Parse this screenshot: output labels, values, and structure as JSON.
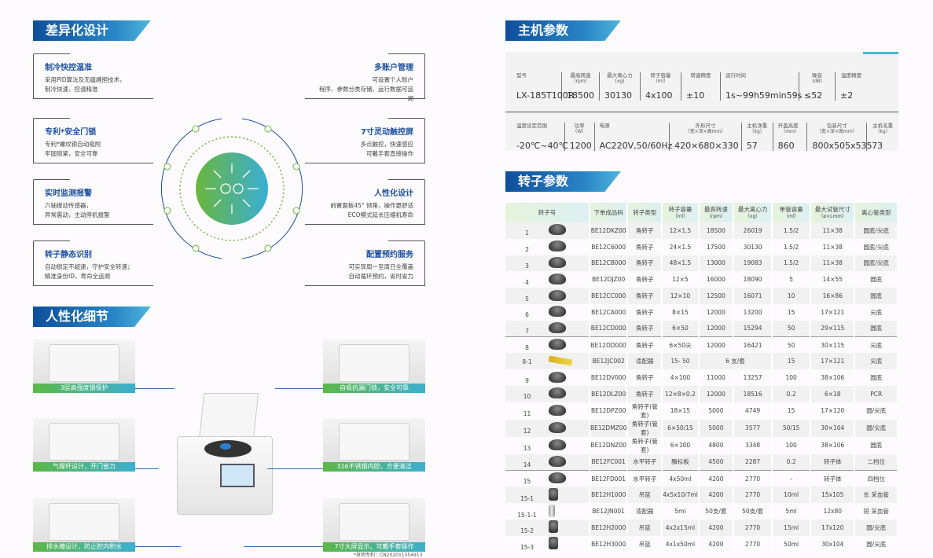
{
  "left": {
    "section1_title": "差异化设计",
    "features": [
      {
        "title": "制冷快控温准",
        "lines": [
          "采用PID算法及无缝缠胆技术，",
          "制冷快速，控温精准"
        ]
      },
      {
        "title": "专利*安全门锁",
        "lines": [
          "专利*螺纹锁自动吸附",
          "牢固锁紧，安全可靠"
        ]
      },
      {
        "title": "实时监测报警",
        "lines": [
          "六轴振动传感器，",
          "异常震动，主动停机报警"
        ]
      },
      {
        "title": "转子静态识别",
        "lines": [
          "自动锁定不超速，守护安全转速；",
          "精准身份ID，寿命全追溯"
        ]
      },
      {
        "title": "多账户管理",
        "lines": [
          "可设置个人账户",
          "程序、参数分类存储，运行数据可追溯"
        ]
      },
      {
        "title": "7寸灵动触控屏",
        "lines": [
          "多点触控，快速感应",
          "可戴手套直接操作"
        ]
      },
      {
        "title": "人性化设计",
        "lines": [
          "前置面板45° 倾角，操作更舒适",
          "ECO模式延长压缩机寿命"
        ]
      },
      {
        "title": "配置预约服务",
        "lines": [
          "可实现周一至周日全覆盖",
          "自动循环预约，省时省力"
        ]
      }
    ],
    "section2_title": "人性化细节",
    "details": [
      "3层高强度钢保护",
      "气撑杆设计，开门省力",
      "排水槽设计，防止腔内积水",
      "自吸抗漏门锁，安全可靠",
      "316不锈钢内腔，方便清洁",
      "7寸大屏显示，可戴手套操作"
    ],
    "footnote": "*发明专利：CN202011554913"
  },
  "right": {
    "section1_title": "主机参数",
    "specs_row1": [
      {
        "label": "型号",
        "unit": "",
        "value": "LX-185T100R"
      },
      {
        "label": "最高转速",
        "unit": "（rpm）",
        "value": "18500"
      },
      {
        "label": "最大离心力",
        "unit": "(xg)",
        "value": "30130"
      },
      {
        "label": "转子容量",
        "unit": "（ml）",
        "value": "4x100"
      },
      {
        "label": "转速精度",
        "unit": "",
        "value": "±10"
      },
      {
        "label": "运行时间",
        "unit": "",
        "value": "1s~99h59min59s"
      },
      {
        "label": "噪音",
        "unit": "(dB)",
        "value": "≤52"
      },
      {
        "label": "温度精度",
        "unit": "",
        "value": "±2"
      }
    ],
    "specs_row2": [
      {
        "label": "温度设定范围",
        "unit": "",
        "value": "-20℃~40℃"
      },
      {
        "label": "功率",
        "unit": "（W）",
        "value": "1200"
      },
      {
        "label": "电源",
        "unit": "",
        "value": "AC220V,50/60Hz"
      },
      {
        "label": "外形尺寸",
        "unit": "（宽×深×高mm）",
        "value": "420×680×330"
      },
      {
        "label": "主机净重",
        "unit": "（kg）",
        "value": "57"
      },
      {
        "label": "开盖高度",
        "unit": "（mm）",
        "value": "860"
      },
      {
        "label": "包装尺寸",
        "unit": "（宽×深×高mm）",
        "value": "800x505x535"
      },
      {
        "label": "主机毛重",
        "unit": "（kg）",
        "value": "73"
      }
    ],
    "section2_title": "转子参数",
    "table": {
      "headers": [
        [
          "转子号",
          ""
        ],
        [
          "下单成品码",
          ""
        ],
        [
          "转子类型",
          ""
        ],
        [
          "转子容量",
          "（ml）"
        ],
        [
          "最高转速",
          "（rpm）"
        ],
        [
          "最大离心力",
          "（xg）"
        ],
        [
          "单管容量",
          "（ml）"
        ],
        [
          "最大试管尺寸",
          "（ø×Lmm）"
        ],
        [
          "离心管类型",
          ""
        ]
      ],
      "rows": [
        [
          "1",
          "BE12DKZ00",
          "角转子",
          "12×1.5",
          "18500",
          "26019",
          "1.5/2",
          "11×38",
          "圆底/尖底"
        ],
        [
          "2",
          "BE12C6000",
          "角转子",
          "24×1.5",
          "17500",
          "30130",
          "1.5/2",
          "11×38",
          "圆底/尖底"
        ],
        [
          "3",
          "BE12CB000",
          "角转子",
          "48×1.5",
          "13000",
          "19083",
          "1.5/2",
          "11×38",
          "圆底/尖底"
        ],
        [
          "4",
          "BE12DJZ00",
          "角转子",
          "12×5",
          "16000",
          "18090",
          "5",
          "14×55",
          "圆底"
        ],
        [
          "5",
          "BE12CC000",
          "角转子",
          "12×10",
          "12500",
          "16071",
          "10",
          "16×86",
          "圆底"
        ],
        [
          "6",
          "BE12CA000",
          "角转子",
          "8×15",
          "12000",
          "13200",
          "15",
          "17×121",
          "尖底"
        ],
        [
          "7",
          "BE12CD000",
          "角转子",
          "6×50",
          "12000",
          "15294",
          "50",
          "29×115",
          "圆底"
        ],
        [
          "8",
          "BE12DD000",
          "角转子",
          "6×50尖",
          "12000",
          "16421",
          "50",
          "30×115",
          "尖底"
        ],
        [
          "8-1",
          "BE12JC002",
          "适配器",
          "15- 50",
          "6 支/套",
          "",
          "15",
          "17×121",
          "尖底"
        ],
        [
          "9",
          "BE12DV000",
          "角转子",
          "4×100",
          "11000",
          "13257",
          "100",
          "38×106",
          "圆底"
        ],
        [
          "10",
          "BE12DLZ00",
          "角转子",
          "12×8×0.2",
          "12000",
          "18516",
          "0.2",
          "6×18",
          "PCR"
        ],
        [
          "11",
          "BE12DPZ00",
          "角转子(管套)",
          "18×15",
          "5000",
          "4749",
          "15",
          "17×120",
          "圆/尖底"
        ],
        [
          "12",
          "BE12DMZ00",
          "角转子(管套)",
          "6×50/15",
          "5000",
          "3577",
          "50/15",
          "30×104",
          "圆/尖底"
        ],
        [
          "13",
          "BE12DNZ00",
          "角转子(管套)",
          "6×100",
          "4800",
          "3348",
          "100",
          "38×106",
          "圆底"
        ],
        [
          "14",
          "BE12FC001",
          "水平转子",
          "酶标板",
          "4500",
          "2287",
          "0.2",
          "转子体",
          "二档位"
        ],
        [
          "15",
          "BE12FD001",
          "水平转子",
          "4x50ml",
          "4200",
          "2770",
          "–",
          "转子体",
          "四档位"
        ],
        [
          "15-1",
          "BE12H1000",
          "吊篮",
          "4x5x10/7ml",
          "4200",
          "2770",
          "10ml",
          "15x105",
          "长 采血管"
        ],
        [
          "15-1-1",
          "BE12JN001",
          "适配器",
          "5ml",
          "50支/套",
          "50支/套",
          "5ml",
          "12x80",
          "短 采血管"
        ],
        [
          "15-2",
          "BE12H2000",
          "吊篮",
          "4x2x15ml",
          "4200",
          "2770",
          "15ml",
          "17x120",
          "圆/尖底"
        ],
        [
          "15-3",
          "BE12H3000",
          "吊篮",
          "4x1x50ml",
          "4200",
          "2770",
          "50ml",
          "30x104",
          "圆/尖底"
        ]
      ]
    }
  },
  "colors": {
    "brand_blue": "#1c4f9c",
    "accent_cyan": "#3db0d0",
    "accent_green": "#5bb846"
  }
}
